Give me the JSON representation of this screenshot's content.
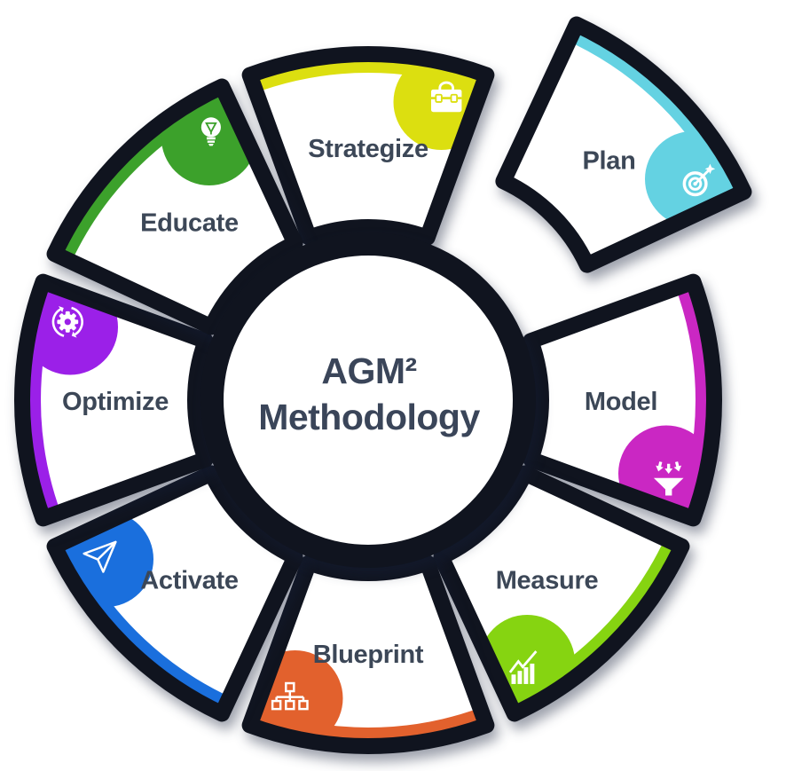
{
  "title": {
    "line1": "AGM²",
    "line2": "Methodology"
  },
  "colors": {
    "background": "#ffffff",
    "outline": "#10141f",
    "segment_fill": "#ffffff",
    "label_text": "#3c4757",
    "title_text": "#3a4559"
  },
  "wheel": {
    "segments": [
      {
        "id": "strategize",
        "label": "Strategize",
        "color": "#dcdf10",
        "icon": "briefcase-icon",
        "detached": false
      },
      {
        "id": "plan",
        "label": "Plan",
        "color": "#64d2e2",
        "icon": "target-icon",
        "detached": true
      },
      {
        "id": "model",
        "label": "Model",
        "color": "#ca27c3",
        "icon": "funnel-icon",
        "detached": false
      },
      {
        "id": "measure",
        "label": "Measure",
        "color": "#86d411",
        "icon": "bar-chart-icon",
        "detached": false
      },
      {
        "id": "blueprint",
        "label": "Blueprint",
        "color": "#e2612d",
        "icon": "sitemap-icon",
        "detached": false
      },
      {
        "id": "activate",
        "label": "Activate",
        "color": "#1a6fdd",
        "icon": "paper-plane-icon",
        "detached": false
      },
      {
        "id": "optimize",
        "label": "Optimize",
        "color": "#9b20e8",
        "icon": "gear-refresh-icon",
        "detached": false
      },
      {
        "id": "educate",
        "label": "Educate",
        "color": "#3ca12b",
        "icon": "lightbulb-icon",
        "detached": false
      }
    ]
  }
}
